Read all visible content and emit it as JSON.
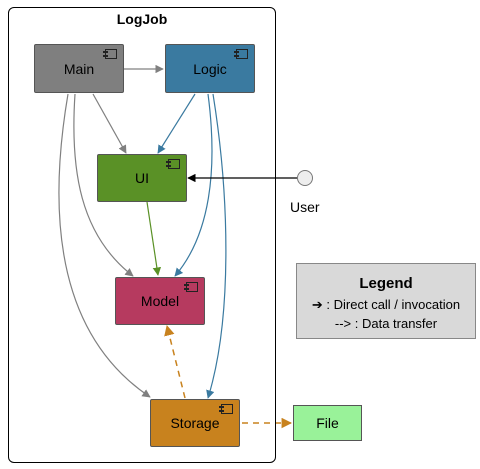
{
  "package": {
    "title": "LogJob"
  },
  "components": {
    "main": {
      "label": "Main",
      "color": "#7f7f7f"
    },
    "logic": {
      "label": "Logic",
      "color": "#3a7aa0"
    },
    "ui": {
      "label": "UI",
      "color": "#5a9126"
    },
    "model": {
      "label": "Model",
      "color": "#b63a5f"
    },
    "storage": {
      "label": "Storage",
      "color": "#c8821e"
    }
  },
  "file": {
    "label": "File",
    "color": "#99f299"
  },
  "user": {
    "label": "User"
  },
  "legend": {
    "title": "Legend",
    "line1": "➔ : Direct call / invocation",
    "line2": "--> : Data transfer"
  },
  "edge_colors": {
    "main": "#808080",
    "logic": "#3a7aa0",
    "ui": "#5a9126",
    "user": "#000000",
    "storage_transfer": "#c8821e"
  }
}
